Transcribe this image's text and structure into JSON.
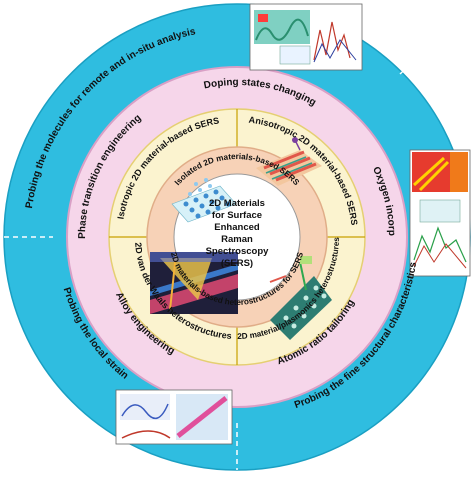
{
  "center": {
    "lines": [
      "2D Materials",
      "for Surface",
      "Enhanced",
      "Raman",
      "Spectroscopy",
      "(SERS)"
    ]
  },
  "inner_ring": {
    "labels": [
      "Isolated 2D materials-based SERS",
      "2D materials-based heterostructures for SERS"
    ]
  },
  "quadrants": {
    "top_left": "Isotropic 2D material-based SERS",
    "top_right": "Anisotropic 2D material-based SERS",
    "bottom_left": "2D van der Waals heterostructures",
    "bottom_right": "2D material/plasmonics heterostructures"
  },
  "pink_ring": {
    "labels": [
      "Doping states changing",
      "Oxygen incorporation",
      "Atomic ratio tailoring",
      "Alloy engineering",
      "Phase transition engineering"
    ]
  },
  "outer_ring": {
    "labels": [
      "Probing the molecules for remote and in-situ analysis",
      "Probing the fine structural characteristics",
      "Probing the local strain"
    ]
  },
  "colors": {
    "outer_ring": "#2fbde0",
    "pink_ring": "#f6d6ea",
    "pink_border": "#d9a0c6",
    "yellow_ring": "#fbf3cf",
    "inner_ring": "#f7d2b7",
    "center": "#ffffff",
    "divider": "#c8a000",
    "text": "#111111"
  }
}
